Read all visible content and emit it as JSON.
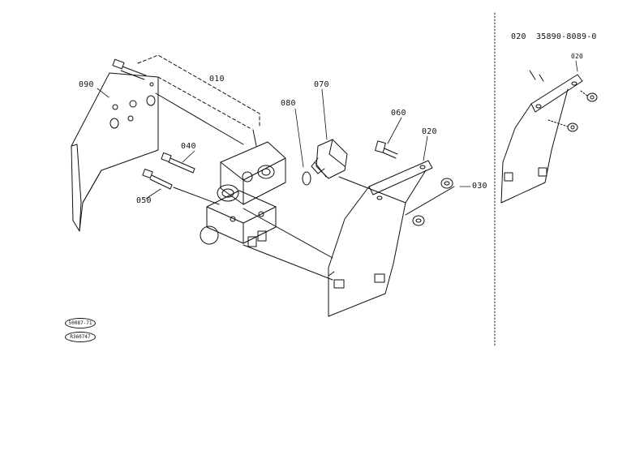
{
  "part_labels": {
    "p010": "010",
    "p020": "020",
    "p030": "030",
    "p040": "040",
    "p050": "050",
    "p060": "060",
    "p070": "070",
    "p080": "080",
    "p090": "090"
  },
  "variant_panel": {
    "part_code": "020",
    "part_number": "35890-8089-0",
    "callout": "020"
  },
  "stamps": {
    "top": "50087-71",
    "bottom": "R360747"
  },
  "colors": {
    "line": "#111111",
    "background": "#ffffff"
  }
}
